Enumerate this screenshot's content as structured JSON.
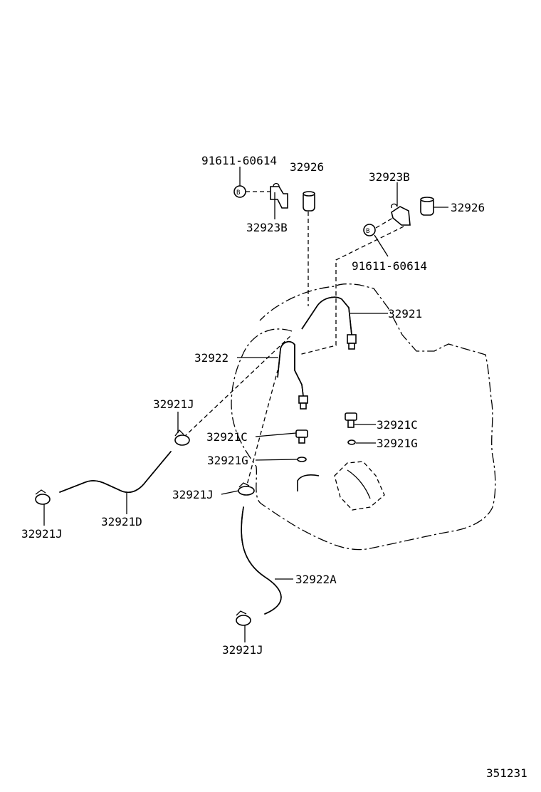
{
  "diagram": {
    "labels": {
      "bolt_top_left": "91611-60614",
      "spacer_top": "32926",
      "clamp_top_right": "32923B",
      "clamp_top_left": "32923B",
      "spacer_right": "32926",
      "bolt_right": "91611-60614",
      "tube_upper": "32921",
      "tube_lower": "32922",
      "clip_left_upper": "32921J",
      "union_left": "32921C",
      "union_right": "32921C",
      "gasket_left": "32921G",
      "gasket_right": "32921G",
      "clip_mid": "32921J",
      "hose_left": "32921D",
      "clip_left_lower": "32921J",
      "hose_lower": "32922A",
      "clip_bottom": "32921J"
    },
    "drawing_number": "351231"
  }
}
